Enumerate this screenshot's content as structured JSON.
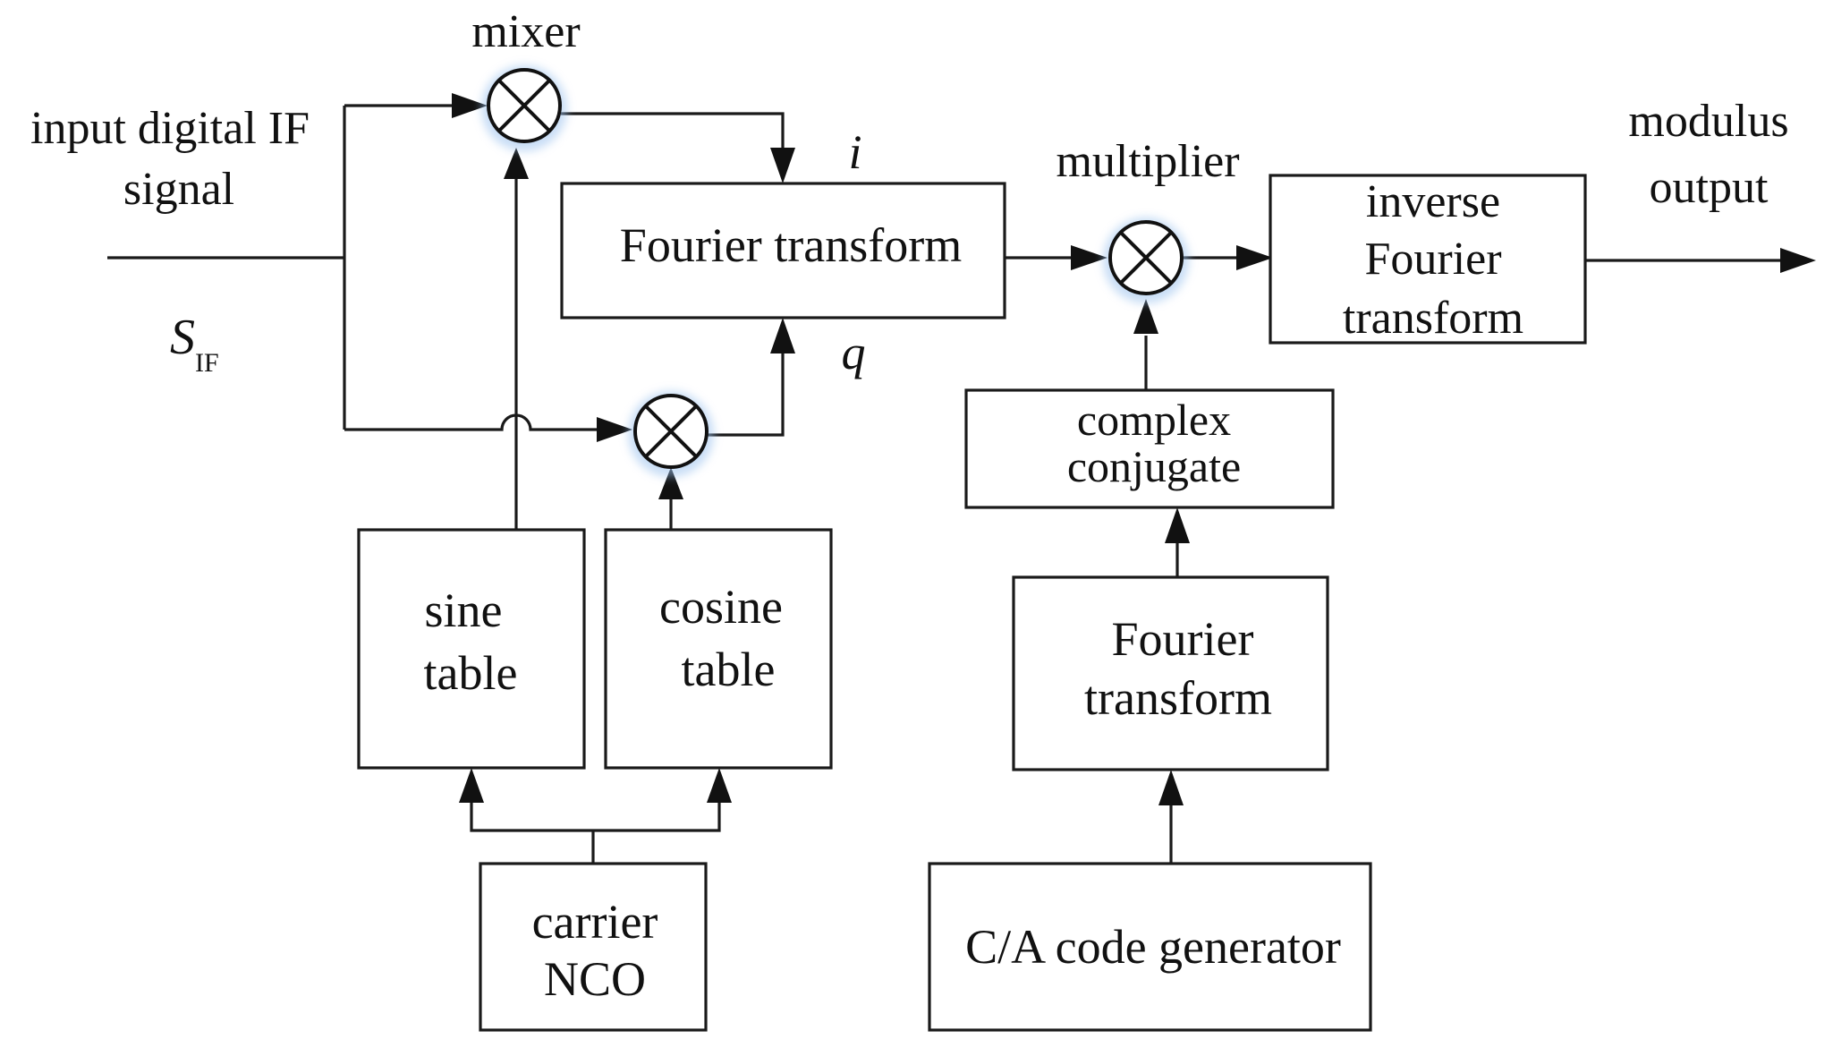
{
  "labels": {
    "input_line1": "input digital IF",
    "input_line2": "signal",
    "sif_main": "S",
    "sif_sub": "IF",
    "mixer": "mixer",
    "i": "i",
    "q": "q",
    "multiplier": "multiplier",
    "modulus_line1": "modulus",
    "modulus_line2": "output"
  },
  "boxes": {
    "fft_main": [
      "Fourier transform"
    ],
    "ifft": [
      "inverse",
      "Fourier",
      "transform"
    ],
    "complex_conjugate": [
      "complex",
      "conjugate"
    ],
    "fft_ca": [
      "Fourier",
      "transform"
    ],
    "ca_generator": [
      "C/A code generator"
    ],
    "sine_table": [
      "sine",
      "table"
    ],
    "cosine_table": [
      "cosine",
      "table"
    ],
    "carrier_nco": [
      "carrier",
      "NCO"
    ]
  },
  "mixers": [
    "mixer-i",
    "mixer-q",
    "multiplier"
  ]
}
